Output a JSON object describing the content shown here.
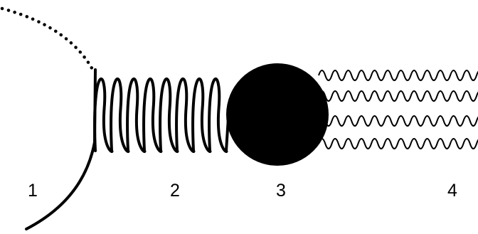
{
  "labels": [
    "1",
    "2",
    "3",
    "4"
  ],
  "colors": {
    "ink": "#000000",
    "background": "#ffffff"
  },
  "shapes": {
    "dotted_arc": "dotted-curve",
    "solid_arc": "curved-line",
    "spring": "coil-spring",
    "ball": "filled-circle",
    "waves": "wavy-lines"
  },
  "spring_loops": 8,
  "wave_count": 4
}
